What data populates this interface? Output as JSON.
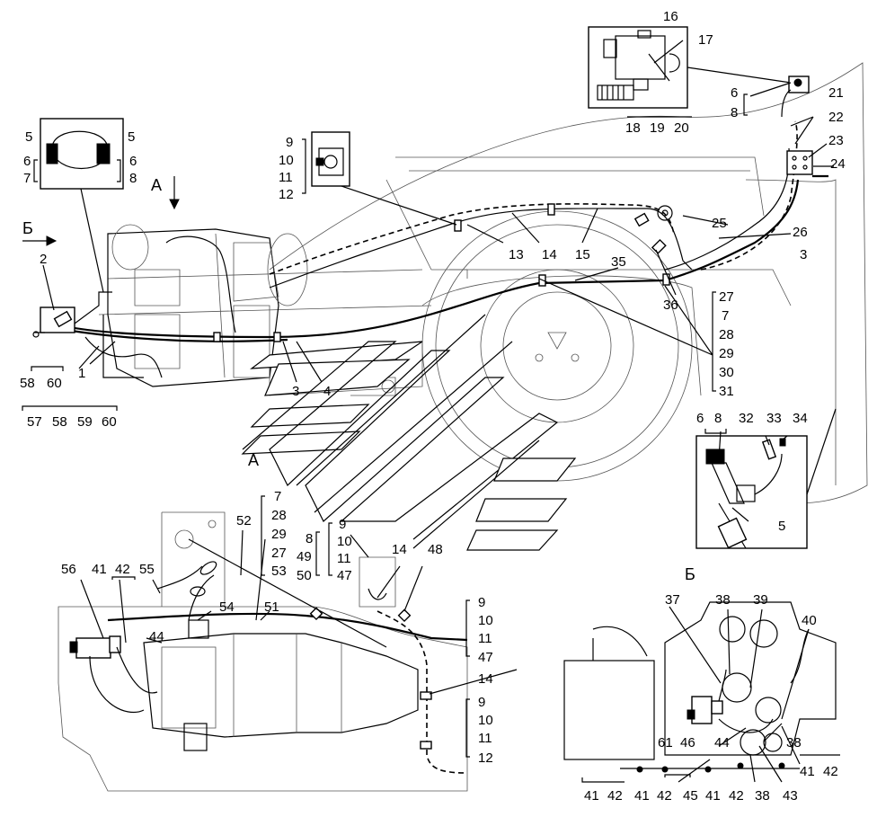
{
  "views": {
    "a": "А",
    "b": "Б"
  },
  "labels": {
    "l1": "1",
    "l2": "2",
    "l3a": "3",
    "l3b": "3",
    "l4": "4",
    "l5a": "5",
    "l5b": "5",
    "l5c": "5",
    "l6a": "6",
    "l7a": "7",
    "l6b": "6",
    "l8a": "8",
    "l9a": "9",
    "l10a": "10",
    "l11a": "11",
    "l12a": "12",
    "l13": "13",
    "l14a": "14",
    "l15": "15",
    "l16": "16",
    "l17": "17",
    "l18": "18",
    "l19": "19",
    "l20": "20",
    "l6c": "6",
    "l8b": "8",
    "l21": "21",
    "l22": "22",
    "l23": "23",
    "l24": "24",
    "l25": "25",
    "l26": "26",
    "l35": "35",
    "l36": "36",
    "l27a": "27",
    "l7b": "7",
    "l28a": "28",
    "l29a": "29",
    "l30": "30",
    "l31": "31",
    "l58a": "58",
    "l60a": "60",
    "l57": "57",
    "l58b": "58",
    "l59": "59",
    "l60b": "60",
    "l6d": "6",
    "l8c": "8",
    "l32": "32",
    "l33": "33",
    "l34": "34",
    "l7c": "7",
    "l28b": "28",
    "l29b": "29",
    "l27b": "27",
    "l53": "53",
    "l52": "52",
    "l8d": "8",
    "l49": "49",
    "l50": "50",
    "l9b": "9",
    "l10b": "10",
    "l11b": "11",
    "l47a": "47",
    "l14b": "14",
    "l48": "48",
    "l56": "56",
    "l41a": "41",
    "l42a": "42",
    "l55": "55",
    "l54": "54",
    "l44a": "44",
    "l51": "51",
    "l9c": "9",
    "l10c": "10",
    "l11c": "11",
    "l47b": "47",
    "l14c": "14",
    "l9d": "9",
    "l10d": "10",
    "l11d": "11",
    "l12b": "12",
    "l37": "37",
    "l38a": "38",
    "l39": "39",
    "l40": "40",
    "l38b": "38",
    "l61": "61",
    "l46": "46",
    "l44b": "44",
    "l41b": "41",
    "l42b": "42",
    "l41c": "41",
    "l42c": "42",
    "l45": "45",
    "l41d": "41",
    "l42d": "42",
    "l38c": "38",
    "l43": "43",
    "l41e": "41",
    "l42e": "42"
  }
}
